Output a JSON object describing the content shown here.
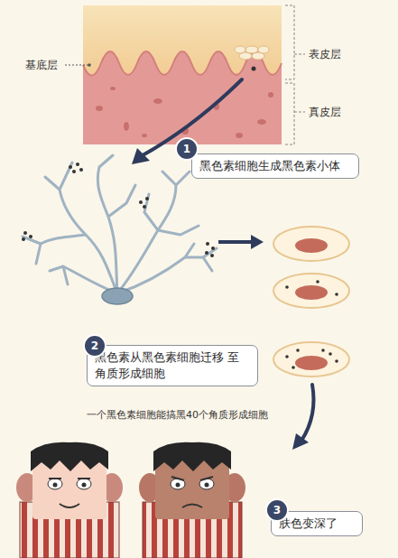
{
  "diagram": {
    "nodes": [
      {
        "text": [
          "1"
        ]
      },
      {
        "text": [
          "黑色素细胞生成黑色素小体"
        ]
      },
      {
        "text": [
          "2"
        ]
      },
      {
        "text": [
          "黑色素从黑色素细胞迁移 至角质形成细胞"
        ]
      },
      {
        "text": [
          "3"
        ]
      },
      {
        "text": [
          "肤色变深了"
        ]
      }
    ],
    "labels": [
      "基底层",
      "表皮层",
      "真皮层",
      "一个黑色素细胞能搞黑40个角质形成细胞"
    ]
  }
}
